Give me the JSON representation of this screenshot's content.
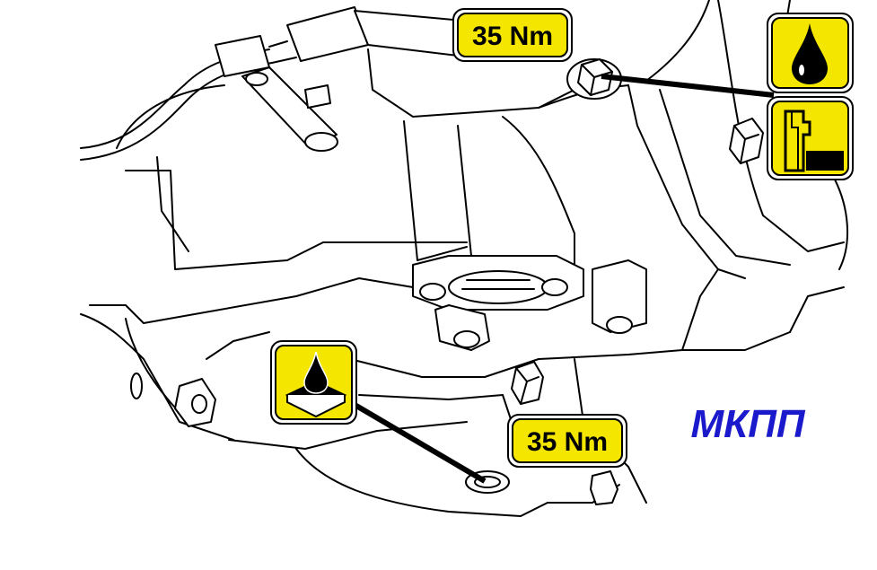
{
  "labels": {
    "torque_top": "35 Nm",
    "torque_bottom": "35 Nm",
    "model": "МКПП"
  },
  "icons": {
    "fill_plug": "oil-drop-icon",
    "fill_level": "oil-level-icon",
    "drain_plug": "oil-drain-icon"
  },
  "colors": {
    "badge_yellow": "#f5e600",
    "badge_border": "#000000",
    "model_text": "#1a1acc"
  }
}
